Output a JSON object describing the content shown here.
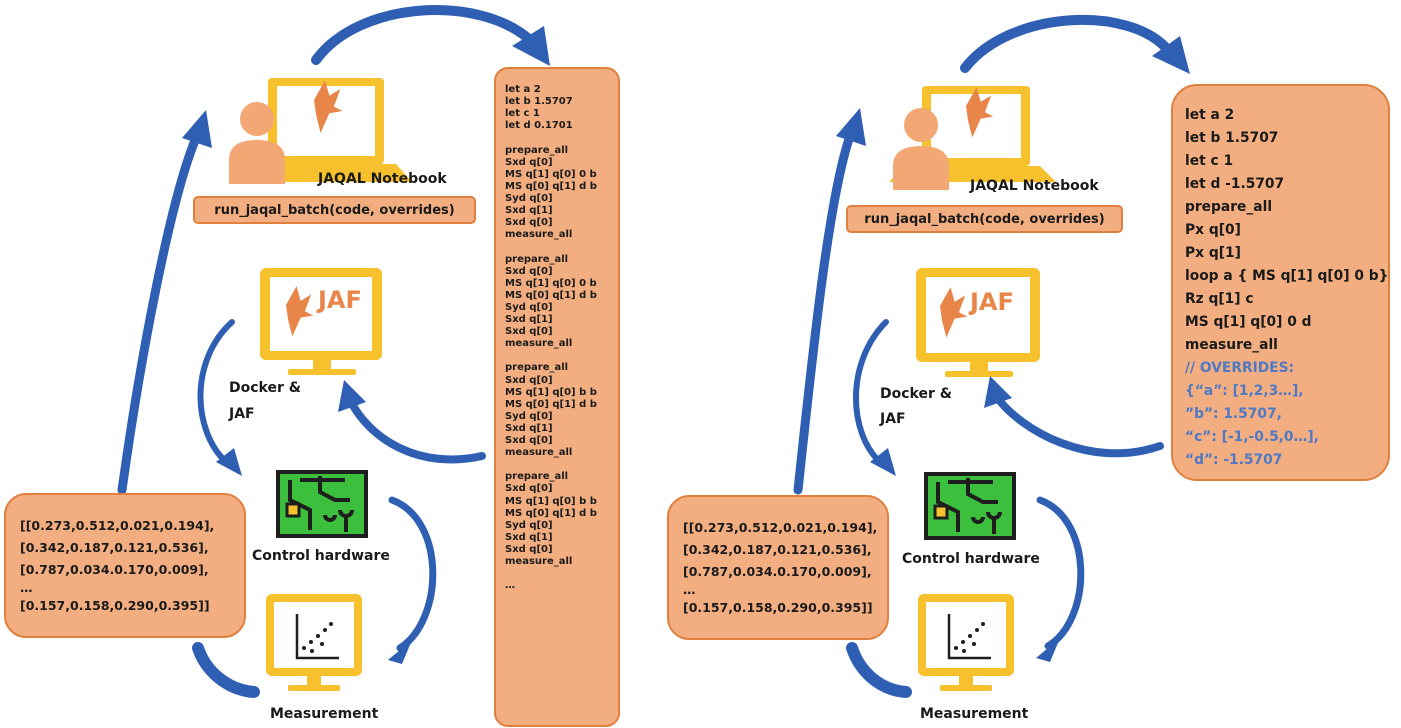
{
  "colors": {
    "arrow_blue": "#2f5fb3",
    "box_orange": "#f2ae80",
    "box_border": "#e0803f",
    "monitor_yellow": "#f7c12d",
    "person_orange": "#f2a774",
    "circuit_green": "#3cbf3c",
    "override_blue": "#4f79c4"
  },
  "icons": [
    "person-at-laptop-icon",
    "jackal-logo-icon",
    "monitor-icon",
    "circuit-board-icon",
    "scatter-plot-monitor-icon",
    "curved-arrow-icon"
  ],
  "left_panel": {
    "notebook_label": "JAQAL Notebook",
    "call_label": "run_jaqal_batch(code, overrides)",
    "jaf_logo_text": "JAF",
    "docker_label_line1": "Docker &",
    "docker_label_line2": "JAF",
    "control_label": "Control hardware",
    "measurement_label": "Measurement",
    "results": [
      "[[0.273,0.512,0.021,0.194],",
      "[0.342,0.187,0.121,0.536],",
      "[0.787,0.034.0.170,0.009],",
      "…",
      "[0.157,0.158,0.290,0.395]]"
    ],
    "code_lines": [
      "let a 2",
      "let b 1.5707",
      "let c 1",
      "let d 0.1701",
      "",
      "prepare_all",
      "Sxd q[0]",
      "MS q[1] q[0] 0 b",
      "MS q[0] q[1] d b",
      "Syd q[0]",
      "Sxd q[1]",
      "Sxd q[0]",
      "measure_all",
      "",
      "prepare_all",
      "Sxd q[0]",
      "MS q[1] q[0] 0 b",
      "MS q[0] q[1] d b",
      "Syd q[0]",
      "Sxd q[1]",
      "Sxd q[0]",
      "measure_all",
      "",
      "prepare_all",
      "Sxd q[0]",
      "MS q[1] q[0] b b",
      "MS q[0] q[1] d b",
      "Syd q[0]",
      "Sxd q[1]",
      "Sxd q[0]",
      "measure_all",
      "",
      "prepare_all",
      "Sxd q[0]",
      "MS q[1] q[0] b b",
      "MS q[0] q[1] d b",
      "Syd q[0]",
      "Sxd q[1]",
      "Sxd q[0]",
      "measure_all",
      "",
      "…"
    ]
  },
  "right_panel": {
    "notebook_label": "JAQAL Notebook",
    "call_label": "run_jaqal_batch(code, overrides)",
    "jaf_logo_text": "JAF",
    "docker_label_line1": "Docker &",
    "docker_label_line2": "JAF",
    "control_label": "Control hardware",
    "measurement_label": "Measurement",
    "results": [
      "[[0.273,0.512,0.021,0.194],",
      "[0.342,0.187,0.121,0.536],",
      "[0.787,0.034.0.170,0.009],",
      "…",
      "[0.157,0.158,0.290,0.395]]"
    ],
    "code_lines": [
      "let a 2",
      "let b 1.5707",
      "let c 1",
      "let d -1.5707",
      "prepare_all",
      "Px q[0]",
      "Px q[1]",
      "loop a { MS q[1] q[0] 0 b}",
      "Rz q[1] c",
      "MS q[1] q[0] 0 d",
      "measure_all"
    ],
    "override_lines": [
      "// OVERRIDES:",
      "{“a”: [1,2,3…],",
      "”b”: 1.5707,",
      "“c”: [-1,-0.5,0…],",
      "“d”: -1.5707"
    ]
  }
}
